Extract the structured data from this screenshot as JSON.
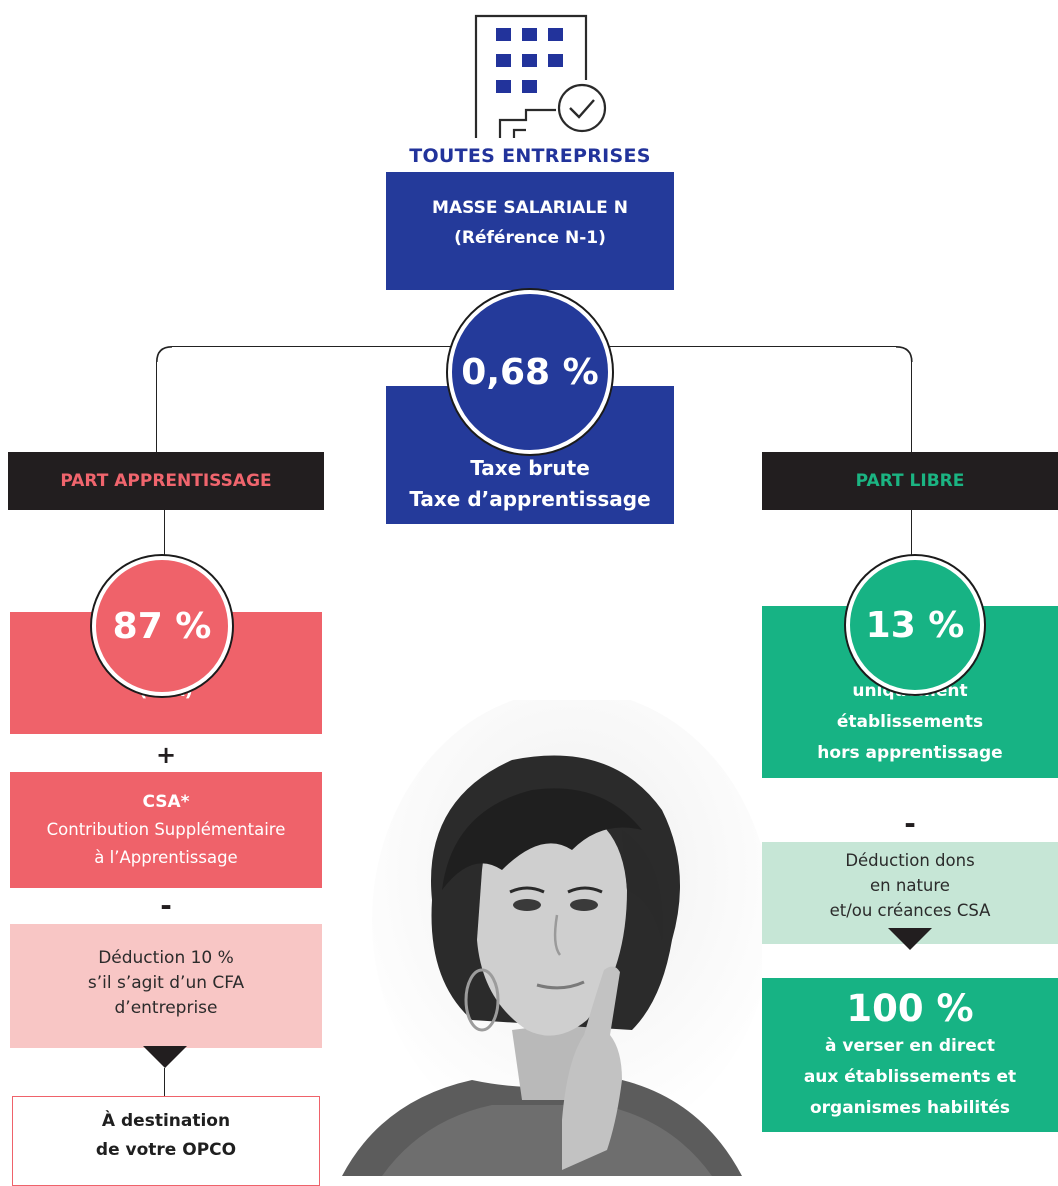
{
  "header": {
    "icon": "building-check-icon",
    "title": "TOUTES ENTREPRISES"
  },
  "center": {
    "masse_line1": "MASSE SALARIALE N",
    "masse_line2": "(Référence N-1)",
    "rate": "0,68 %",
    "taxe_line1": "Taxe brute",
    "taxe_line2": "Taxe d’apprentissage"
  },
  "left": {
    "tab": "PART APPRENTISSAGE",
    "percent": "87 %",
    "cfa": "(CFA)",
    "plus": "+",
    "csa_title": "CSA*",
    "csa_line1": "Contribution Supplémentaire",
    "csa_line2": "à l’Apprentissage",
    "minus": "-",
    "deduction_line1": "Déduction 10 %",
    "deduction_line2": "s’il s’agit d’un CFA",
    "deduction_line3": "d’entreprise",
    "dest_line1": "À destination",
    "dest_line2": "de votre OPCO"
  },
  "right": {
    "tab": "PART LIBRE",
    "percent": "13 %",
    "uniq_line1": "uniquement",
    "uniq_line2": "établissements",
    "uniq_line3": "hors apprentissage",
    "minus": "-",
    "dons_line1": "Déduction dons",
    "dons_line2": "en nature",
    "dons_line3": "et/ou créances CSA",
    "total": "100 %",
    "total_line1": "à verser en direct",
    "total_line2": "aux établissements et",
    "total_line3": "organismes habilités"
  },
  "colors": {
    "navy": "#243a9a",
    "coral": "#ef626a",
    "pink": "#f8c6c5",
    "green": "#17b384",
    "light_green": "#c6e6d6",
    "black": "#221e1f"
  }
}
